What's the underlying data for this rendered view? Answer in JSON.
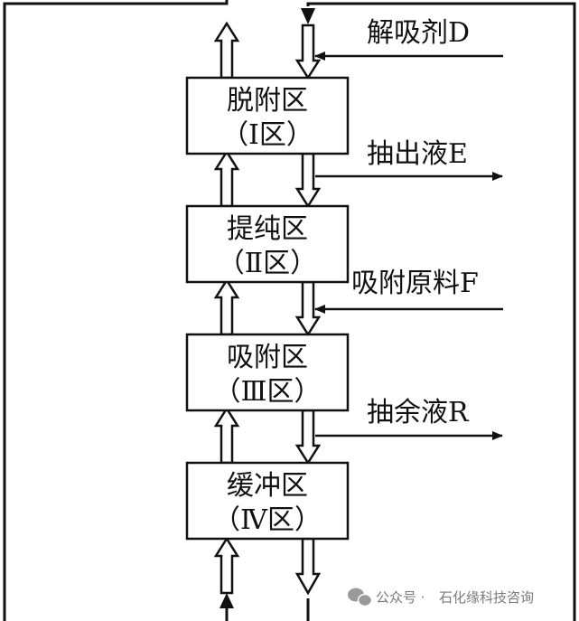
{
  "zones": [
    {
      "name": "脱附区",
      "label": "（Ⅰ区）"
    },
    {
      "name": "提纯区",
      "label": "（Ⅱ区）"
    },
    {
      "name": "吸附区",
      "label": "（Ⅲ区）"
    },
    {
      "name": "缓冲区",
      "label": "（Ⅳ区）"
    }
  ],
  "streams": {
    "desorbent": "解吸剂D",
    "extract": "抽出液E",
    "feed": "吸附原料F",
    "raffinate": "抽余液R"
  },
  "watermark": {
    "prefix": "公众号 ·",
    "name": "石化缘科技咨询"
  },
  "colors": {
    "line": "#111111",
    "background": "#ffffff",
    "watermark": "#7a7a7a"
  }
}
